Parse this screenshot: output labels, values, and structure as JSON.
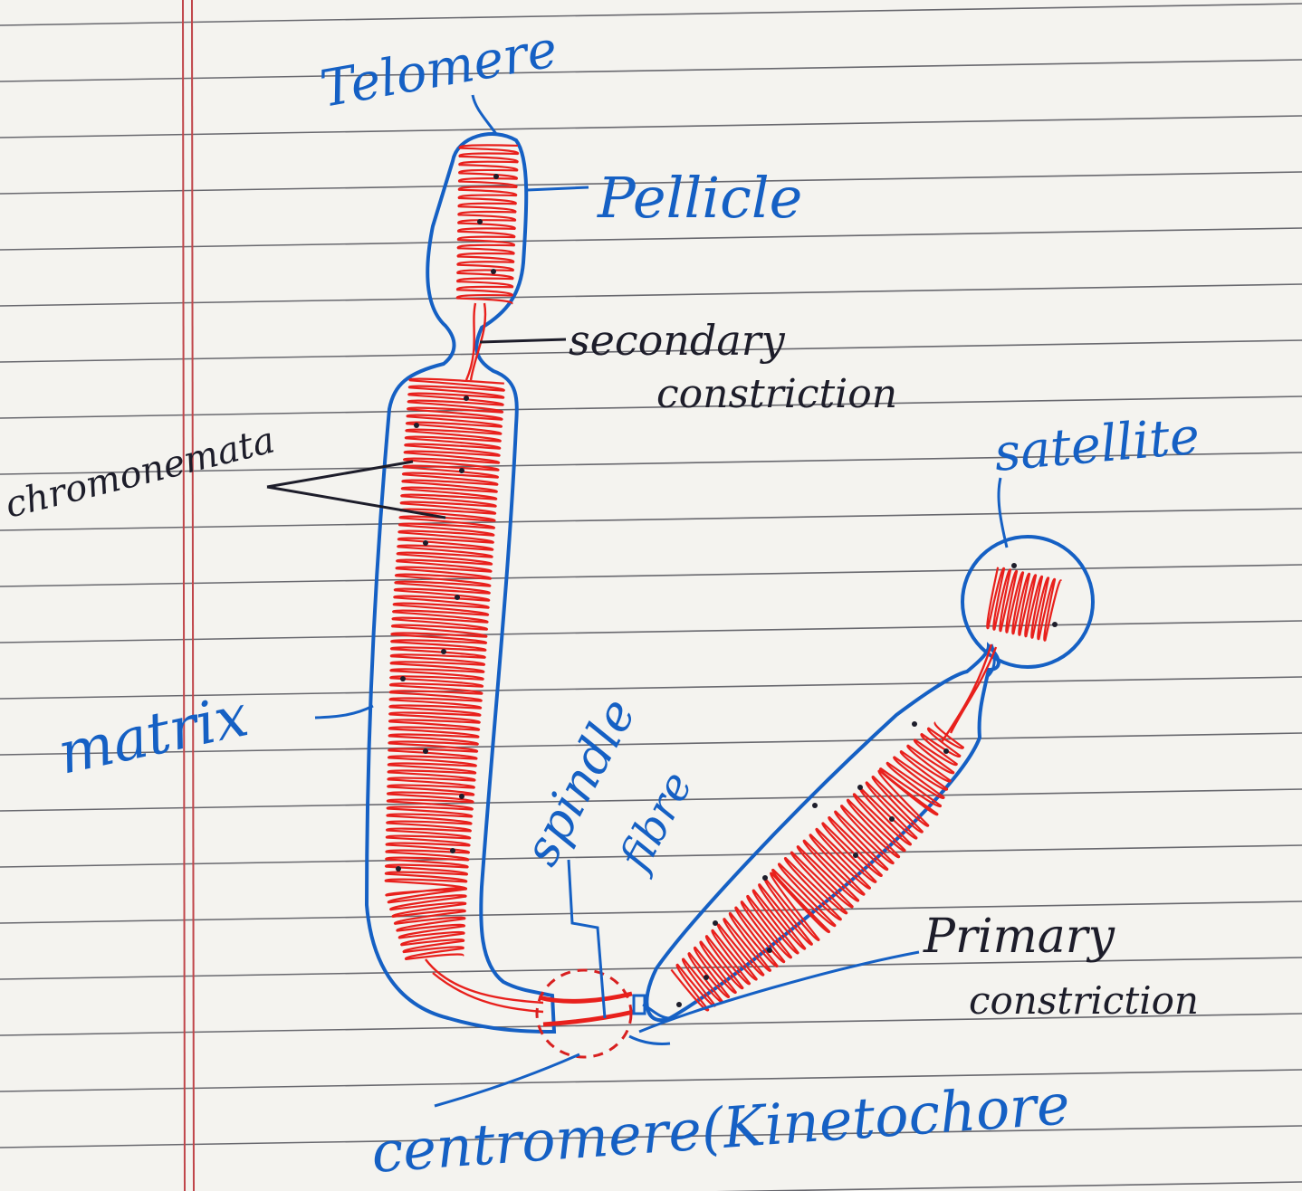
{
  "labels": {
    "telomere": "Telomere",
    "pellicle": "Pellicle",
    "secondary_constriction_1": "secondary",
    "secondary_constriction_2": "constriction",
    "chromonemata": "chromonemata",
    "satellite": "satellite",
    "matrix": "matrix",
    "spindle_fibre_1": "spindle",
    "spindle_fibre_2": "fibre",
    "primary_constriction_1": "Primary",
    "primary_constriction_2": "constriction",
    "centromere": "centromere(Kinetochore"
  },
  "colors": {
    "paper": "#f4f3ef",
    "ruling": "#3a3a44",
    "margin": "#c0454a",
    "outline": "#1560c4",
    "chromonema": "#e8201c",
    "dark_ink": "#1d1d2a"
  }
}
